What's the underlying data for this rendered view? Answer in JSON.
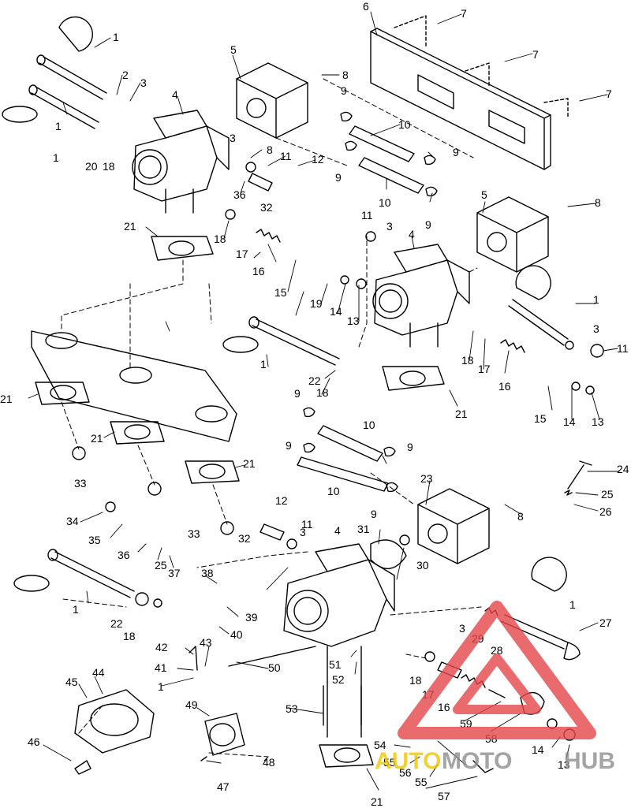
{
  "callouts": [
    {
      "id": "c1a",
      "text": "1"
    },
    {
      "id": "c1b",
      "text": "1"
    },
    {
      "id": "c1c",
      "text": "1"
    },
    {
      "id": "c1d",
      "text": "1"
    },
    {
      "id": "c1e",
      "text": "1"
    },
    {
      "id": "c1f",
      "text": "1"
    },
    {
      "id": "c1g",
      "text": "1"
    },
    {
      "id": "c1h",
      "text": "1"
    },
    {
      "id": "c2",
      "text": "2"
    },
    {
      "id": "c3a",
      "text": "3"
    },
    {
      "id": "c3b",
      "text": "3"
    },
    {
      "id": "c3c",
      "text": "3"
    },
    {
      "id": "c3d",
      "text": "3"
    },
    {
      "id": "c3e",
      "text": "3"
    },
    {
      "id": "c3f",
      "text": "3"
    },
    {
      "id": "c4a",
      "text": "4"
    },
    {
      "id": "c4b",
      "text": "4"
    },
    {
      "id": "c4c",
      "text": "4"
    },
    {
      "id": "c5a",
      "text": "5"
    },
    {
      "id": "c5b",
      "text": "5"
    },
    {
      "id": "c6",
      "text": "6"
    },
    {
      "id": "c7a",
      "text": "7"
    },
    {
      "id": "c7b",
      "text": "7"
    },
    {
      "id": "c7c",
      "text": "7"
    },
    {
      "id": "c8a",
      "text": "8"
    },
    {
      "id": "c8b",
      "text": "8"
    },
    {
      "id": "c8c",
      "text": "8"
    },
    {
      "id": "c8d",
      "text": "8"
    },
    {
      "id": "c9a",
      "text": "9"
    },
    {
      "id": "c9b",
      "text": "9"
    },
    {
      "id": "c9c",
      "text": "9"
    },
    {
      "id": "c9d",
      "text": "9"
    },
    {
      "id": "c9e",
      "text": "9"
    },
    {
      "id": "c9f",
      "text": "9"
    },
    {
      "id": "c9g",
      "text": "9"
    },
    {
      "id": "c9h",
      "text": "9"
    },
    {
      "id": "c10a",
      "text": "10"
    },
    {
      "id": "c10b",
      "text": "10"
    },
    {
      "id": "c10c",
      "text": "10"
    },
    {
      "id": "c10d",
      "text": "10"
    },
    {
      "id": "c11a",
      "text": "11"
    },
    {
      "id": "c11b",
      "text": "11"
    },
    {
      "id": "c11c",
      "text": "11"
    },
    {
      "id": "c11d",
      "text": "11"
    },
    {
      "id": "c12a",
      "text": "12"
    },
    {
      "id": "c12b",
      "text": "12"
    },
    {
      "id": "c13a",
      "text": "13"
    },
    {
      "id": "c13b",
      "text": "13"
    },
    {
      "id": "c13c",
      "text": "13"
    },
    {
      "id": "c14a",
      "text": "14"
    },
    {
      "id": "c14b",
      "text": "14"
    },
    {
      "id": "c14c",
      "text": "14"
    },
    {
      "id": "c15a",
      "text": "15"
    },
    {
      "id": "c15b",
      "text": "15"
    },
    {
      "id": "c16a",
      "text": "16"
    },
    {
      "id": "c16b",
      "text": "16"
    },
    {
      "id": "c16c",
      "text": "16"
    },
    {
      "id": "c17a",
      "text": "17"
    },
    {
      "id": "c17b",
      "text": "17"
    },
    {
      "id": "c17c",
      "text": "17"
    },
    {
      "id": "c18a",
      "text": "18"
    },
    {
      "id": "c18b",
      "text": "18"
    },
    {
      "id": "c18c",
      "text": "18"
    },
    {
      "id": "c18d",
      "text": "18"
    },
    {
      "id": "c18e",
      "text": "18"
    },
    {
      "id": "c18f",
      "text": "18"
    },
    {
      "id": "c19",
      "text": "19"
    },
    {
      "id": "c20",
      "text": "20"
    },
    {
      "id": "c21a",
      "text": "21"
    },
    {
      "id": "c21b",
      "text": "21"
    },
    {
      "id": "c21c",
      "text": "21"
    },
    {
      "id": "c21d",
      "text": "21"
    },
    {
      "id": "c21e",
      "text": "21"
    },
    {
      "id": "c21f",
      "text": "21"
    },
    {
      "id": "c22a",
      "text": "22"
    },
    {
      "id": "c22b",
      "text": "22"
    },
    {
      "id": "c23",
      "text": "23"
    },
    {
      "id": "c24",
      "text": "24"
    },
    {
      "id": "c25a",
      "text": "25"
    },
    {
      "id": "c25b",
      "text": "25"
    },
    {
      "id": "c26",
      "text": "26"
    },
    {
      "id": "c27",
      "text": "27"
    },
    {
      "id": "c28",
      "text": "28"
    },
    {
      "id": "c29",
      "text": "29"
    },
    {
      "id": "c30",
      "text": "30"
    },
    {
      "id": "c31",
      "text": "31"
    },
    {
      "id": "c32a",
      "text": "32"
    },
    {
      "id": "c32b",
      "text": "32"
    },
    {
      "id": "c33a",
      "text": "33"
    },
    {
      "id": "c33b",
      "text": "33"
    },
    {
      "id": "c34",
      "text": "34"
    },
    {
      "id": "c35",
      "text": "35"
    },
    {
      "id": "c36a",
      "text": "36"
    },
    {
      "id": "c36b",
      "text": "36"
    },
    {
      "id": "c37",
      "text": "37"
    },
    {
      "id": "c38",
      "text": "38"
    },
    {
      "id": "c39",
      "text": "39"
    },
    {
      "id": "c40",
      "text": "40"
    },
    {
      "id": "c41",
      "text": "41"
    },
    {
      "id": "c42",
      "text": "42"
    },
    {
      "id": "c43",
      "text": "43"
    },
    {
      "id": "c44",
      "text": "44"
    },
    {
      "id": "c45",
      "text": "45"
    },
    {
      "id": "c46",
      "text": "46"
    },
    {
      "id": "c47",
      "text": "47"
    },
    {
      "id": "c48",
      "text": "48"
    },
    {
      "id": "c49",
      "text": "49"
    },
    {
      "id": "c50",
      "text": "50"
    },
    {
      "id": "c51",
      "text": "51"
    },
    {
      "id": "c52",
      "text": "52"
    },
    {
      "id": "c53",
      "text": "53"
    },
    {
      "id": "c54",
      "text": "54"
    },
    {
      "id": "c55a",
      "text": "55"
    },
    {
      "id": "c55b",
      "text": "55"
    },
    {
      "id": "c56",
      "text": "56"
    },
    {
      "id": "c57",
      "text": "57"
    },
    {
      "id": "c58",
      "text": "58"
    },
    {
      "id": "c59",
      "text": "59"
    }
  ],
  "watermark": {
    "part1": "AUTO",
    "part2": "MOTO",
    "part3": "HUB",
    "colors": {
      "red": "#e5474b",
      "yellow": "#f2c600",
      "gray": "#8e8e8e"
    }
  }
}
